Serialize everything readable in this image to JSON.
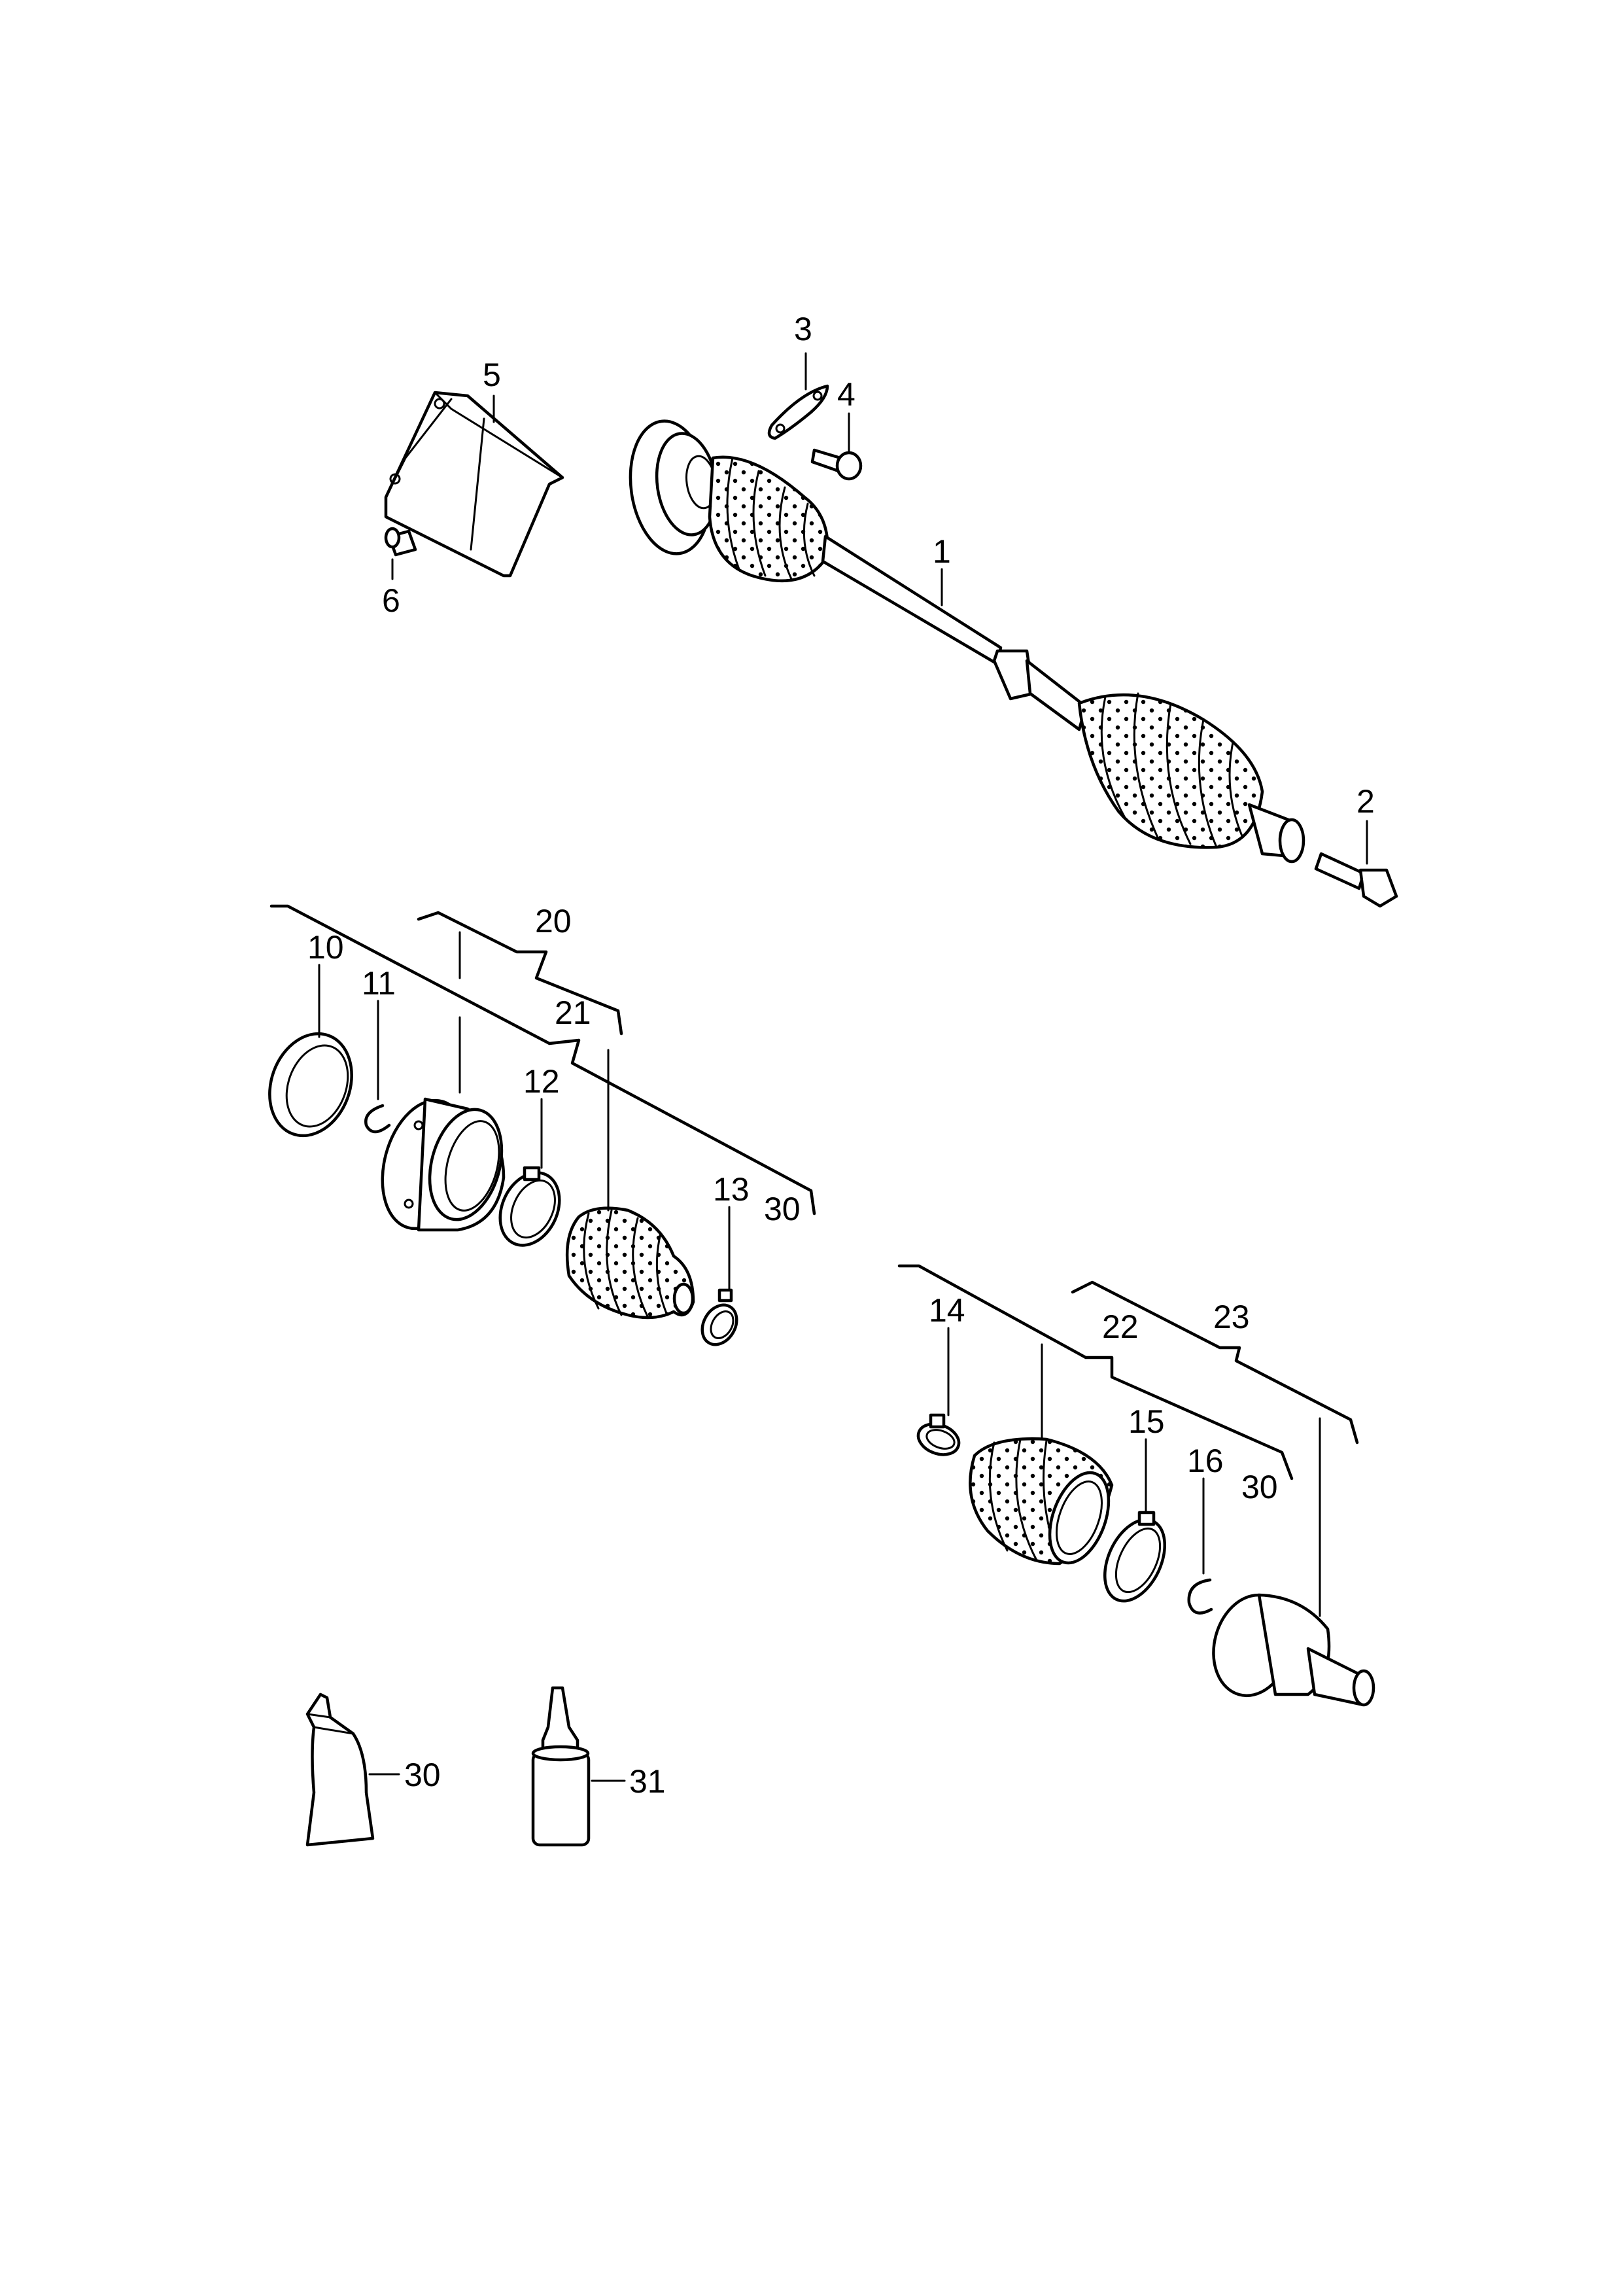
{
  "labels": {
    "p1": "1",
    "p2": "2",
    "p3": "3",
    "p4": "4",
    "p5": "5",
    "p6": "6",
    "p10": "10",
    "p11": "11",
    "p12": "12",
    "p13": "13",
    "p14": "14",
    "p15": "15",
    "p16": "16",
    "p20": "20",
    "p21": "21",
    "p22": "22",
    "p23": "23",
    "p30a": "30",
    "p30b": "30",
    "p30c": "30",
    "p31": "31"
  }
}
